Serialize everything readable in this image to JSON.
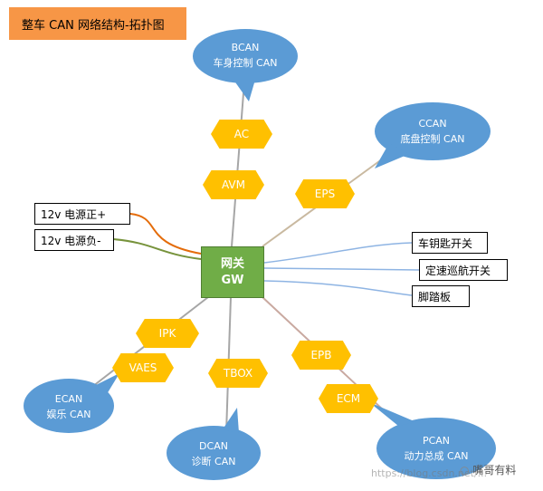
{
  "title": "整车 CAN 网络结构-拓扑图",
  "gateway": {
    "line1": "网关",
    "line2": "GW"
  },
  "nodes": {
    "ac": "AC",
    "avm": "AVM",
    "eps": "EPS",
    "ipk": "IPK",
    "vaes": "VAES",
    "tbox": "TBOX",
    "epb": "EPB",
    "ecm": "ECM"
  },
  "buses": {
    "bcan": {
      "name": "BCAN",
      "desc": "车身控制 CAN"
    },
    "ccan": {
      "name": "CCAN",
      "desc": "底盘控制 CAN"
    },
    "ecan": {
      "name": "ECAN",
      "desc": "娱乐 CAN"
    },
    "dcan": {
      "name": "DCAN",
      "desc": "诊断 CAN"
    },
    "pcan": {
      "name": "PCAN",
      "desc": "动力总成 CAN"
    }
  },
  "inputs": {
    "power_pos": "12v 电源正+",
    "power_neg": "12v 电源负-",
    "key_switch": "车钥匙开关",
    "cruise_switch": "定速巡航开关",
    "pedal": "脚踏板"
  },
  "watermark": {
    "url": "https://blog.csdn.net/...",
    "brand": "嘴哥有料"
  },
  "colors": {
    "bubble": "#5b9bd5",
    "hex": "#ffc000",
    "gateway": "#70ad47",
    "title_bg": "#f79646"
  }
}
